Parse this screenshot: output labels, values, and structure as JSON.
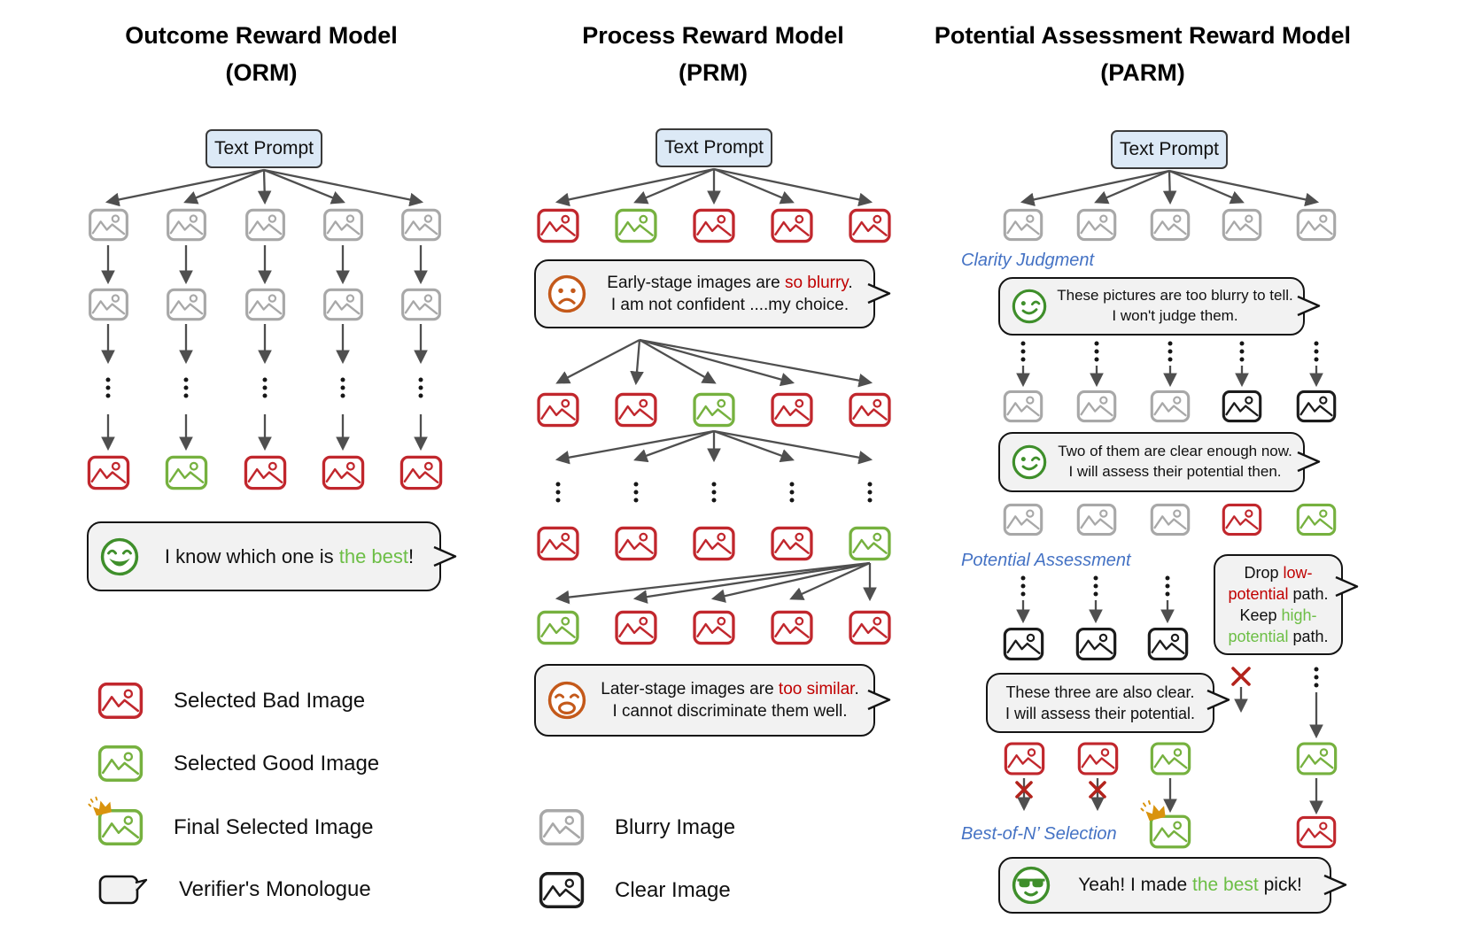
{
  "colors": {
    "bad": "#c1272d",
    "good": "#76b13f",
    "blurry": "#a8a8a8",
    "clear": "#1c1c1c",
    "red_text": "#c00000",
    "green_text": "#6cbe45",
    "blue_label": "#4472c4",
    "orange_face": "#c4591a",
    "green_face": "#3f8f2b",
    "crown": "#d9930d",
    "bubble_fill": "#f2f2f2",
    "arrow": "#4f4f4f",
    "prompt_fill": "#dce9f6"
  },
  "text_prompt_label": "Text Prompt",
  "orm": {
    "title_line1": "Outcome Reward Model",
    "title_line2": "(ORM)",
    "rows": {
      "row1": [
        "blurry",
        "blurry",
        "blurry",
        "blurry",
        "blurry"
      ],
      "row2": [
        "blurry",
        "blurry",
        "blurry",
        "blurry",
        "blurry"
      ],
      "final": [
        "bad",
        "good",
        "bad",
        "bad",
        "bad"
      ]
    },
    "bubble": {
      "face": "laughing-face",
      "lines": [
        [
          {
            "t": "I know which one is "
          },
          {
            "t": "the best",
            "c": "green"
          },
          {
            "t": "!"
          }
        ]
      ]
    },
    "legend": [
      {
        "icon": "bad",
        "label": "Selected Bad Image"
      },
      {
        "icon": "good",
        "label": "Selected Good Image"
      },
      {
        "icon": "good-crown",
        "label": "Final Selected Image"
      },
      {
        "icon": "monologue",
        "label": "Verifier's Monologue"
      }
    ]
  },
  "prm": {
    "title_line1": "Process Reward Model",
    "title_line2": "(PRM)",
    "rows": {
      "row1": [
        "bad",
        "good",
        "bad",
        "bad",
        "bad"
      ],
      "row2": [
        "bad",
        "bad",
        "good",
        "bad",
        "bad"
      ],
      "row3": [
        "bad",
        "bad",
        "bad",
        "bad",
        "good"
      ],
      "row4": [
        "good",
        "bad",
        "bad",
        "bad",
        "bad"
      ]
    },
    "bubble_early": {
      "face": "sad-face",
      "lines": [
        [
          {
            "t": "Early-stage images are "
          },
          {
            "t": "so blurry",
            "c": "red"
          },
          {
            "t": "."
          }
        ],
        [
          {
            "t": "I am not confident ....my choice."
          }
        ]
      ]
    },
    "bubble_late": {
      "face": "anguished-face",
      "lines": [
        [
          {
            "t": "Later-stage images are "
          },
          {
            "t": "too similar",
            "c": "red"
          },
          {
            "t": "."
          }
        ],
        [
          {
            "t": "I cannot discriminate them well."
          }
        ]
      ]
    },
    "legend": [
      {
        "icon": "blurry",
        "label": "Blurry Image"
      },
      {
        "icon": "clear",
        "label": "Clear Image"
      }
    ]
  },
  "parm": {
    "title_line1": "Potential Assessment Reward Model",
    "title_line2": "(PARM)",
    "labels": {
      "clarity": "Clarity Judgment",
      "potential": "Potential Assessment",
      "best": "Best-of-N’ Selection"
    },
    "rows": {
      "row1": [
        "blurry",
        "blurry",
        "blurry",
        "blurry",
        "blurry"
      ],
      "row2": [
        "blurry",
        "blurry",
        "blurry",
        "clear",
        "clear"
      ],
      "row3": [
        "blurry",
        "blurry",
        "blurry",
        "bad",
        "good"
      ],
      "clear_trio": [
        "clear",
        "clear",
        "clear"
      ],
      "assessed": [
        "bad",
        "bad",
        "good"
      ],
      "kept_path": [
        "good"
      ],
      "final": [
        "good"
      ],
      "final_right": [
        "bad"
      ]
    },
    "bubble_clarity": {
      "face": "wink-face",
      "lines": [
        [
          {
            "t": "These pictures are too blurry to tell."
          }
        ],
        [
          {
            "t": "I won't judge them."
          }
        ]
      ]
    },
    "bubble_clear2": {
      "face": "wink-face",
      "lines": [
        [
          {
            "t": "Two of them are clear enough now."
          }
        ],
        [
          {
            "t": "I will assess their potential then."
          }
        ]
      ]
    },
    "bubble_drop": {
      "lines": [
        [
          {
            "t": "Drop "
          },
          {
            "t": "low-",
            "c": "red"
          }
        ],
        [
          {
            "t": "potential",
            "c": "red"
          },
          {
            "t": " path."
          }
        ],
        [
          {
            "t": "Keep "
          },
          {
            "t": "high-",
            "c": "green"
          }
        ],
        [
          {
            "t": "potential",
            "c": "green"
          },
          {
            "t": " path."
          }
        ]
      ]
    },
    "bubble_three": {
      "lines": [
        [
          {
            "t": "These three are also clear."
          }
        ],
        [
          {
            "t": "I will assess their potential."
          }
        ]
      ]
    },
    "bubble_best": {
      "face": "sunglasses-face",
      "lines": [
        [
          {
            "t": "Yeah! I made "
          },
          {
            "t": "the best",
            "c": "green"
          },
          {
            "t": " pick!"
          }
        ]
      ]
    }
  }
}
